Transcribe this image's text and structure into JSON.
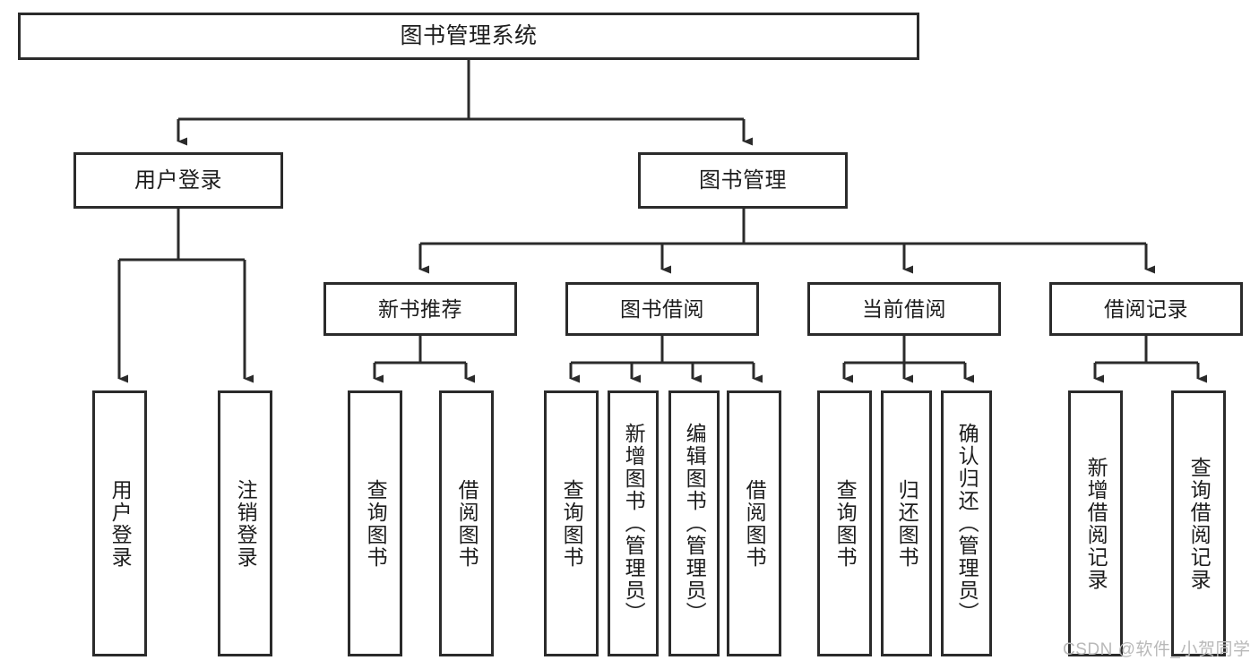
{
  "diagram": {
    "title": "图书管理系统",
    "type": "tree-hierarchy-diagram",
    "watermark": "CSDN @软件_小贺同学",
    "colors": {
      "stroke": "#2b2b2b",
      "fill": "#ffffff",
      "text": "#1d1d1d",
      "watermark": "#b9b9b9"
    },
    "nodes": {
      "root": {
        "label": "图书管理系统"
      },
      "level1": [
        {
          "id": "user-login",
          "label": "用户登录"
        },
        {
          "id": "book-management",
          "label": "图书管理"
        }
      ],
      "level2": [
        {
          "id": "new-book-recommend",
          "label": "新书推荐"
        },
        {
          "id": "book-borrow",
          "label": "图书借阅"
        },
        {
          "id": "current-borrow",
          "label": "当前借阅"
        },
        {
          "id": "borrow-record",
          "label": "借阅记录"
        }
      ],
      "leaves": {
        "user-login": [
          {
            "id": "leaf-user-login",
            "label": "用户登录"
          },
          {
            "id": "leaf-user-logout",
            "label": "注销登录"
          }
        ],
        "new-book-recommend": [
          {
            "id": "leaf-query-book-1",
            "label": "查询图书"
          },
          {
            "id": "leaf-borrow-book-1",
            "label": "借阅图书"
          }
        ],
        "book-borrow": [
          {
            "id": "leaf-query-book-2",
            "label": "查询图书"
          },
          {
            "id": "leaf-add-book",
            "label": "新增图书（管理员）"
          },
          {
            "id": "leaf-edit-book",
            "label": "编辑图书（管理员）"
          },
          {
            "id": "leaf-borrow-book-2",
            "label": "借阅图书"
          }
        ],
        "current-borrow": [
          {
            "id": "leaf-query-book-3",
            "label": "查询图书"
          },
          {
            "id": "leaf-return-book",
            "label": "归还图书"
          },
          {
            "id": "leaf-confirm-return",
            "label": "确认归还（管理员）"
          }
        ],
        "borrow-record": [
          {
            "id": "leaf-add-record",
            "label": "新增借阅记录"
          },
          {
            "id": "leaf-query-record",
            "label": "查询借阅记录"
          }
        ]
      }
    }
  }
}
